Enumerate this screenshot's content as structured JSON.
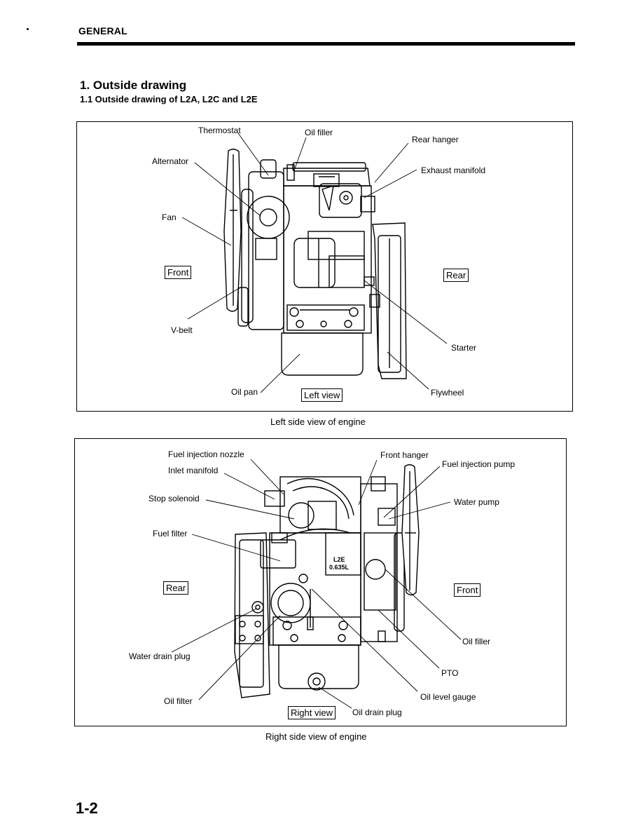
{
  "header": {
    "section": "GENERAL"
  },
  "title": {
    "main": "1. Outside drawing",
    "sub": "1.1  Outside drawing of L2A, L2C and L2E"
  },
  "left_view": {
    "labels": {
      "thermostat": "Thermostat",
      "oil_filler": "Oil filler",
      "rear_hanger": "Rear hanger",
      "alternator": "Alternator",
      "exhaust_manifold": "Exhaust manifold",
      "fan": "Fan",
      "front": "Front",
      "rear": "Rear",
      "v_belt": "V-belt",
      "starter": "Starter",
      "oil_pan": "Oil pan",
      "view_name": "Left view",
      "flywheel": "Flywheel"
    },
    "caption": "Left side view of engine"
  },
  "right_view": {
    "labels": {
      "fuel_injection_nozzle": "Fuel injection nozzle",
      "front_hanger": "Front hanger",
      "inlet_manifold": "Inlet manifold",
      "fuel_injection_pump": "Fuel injection pump",
      "stop_solenoid": "Stop solenoid",
      "water_pump": "Water pump",
      "fuel_filter": "Fuel filter",
      "rear": "Rear",
      "front": "Front",
      "oil_filler": "Oil filler",
      "water_drain_plug": "Water drain plug",
      "pto": "PTO",
      "oil_level_gauge": "Oil level gauge",
      "oil_filter": "Oil filter",
      "view_name": "Right view",
      "oil_drain_plug": "Oil drain plug",
      "engine_plate_model": "L2E",
      "engine_plate_disp": "0.635L"
    },
    "caption": "Right side view of engine"
  },
  "footer": {
    "page_number": "1-2"
  }
}
